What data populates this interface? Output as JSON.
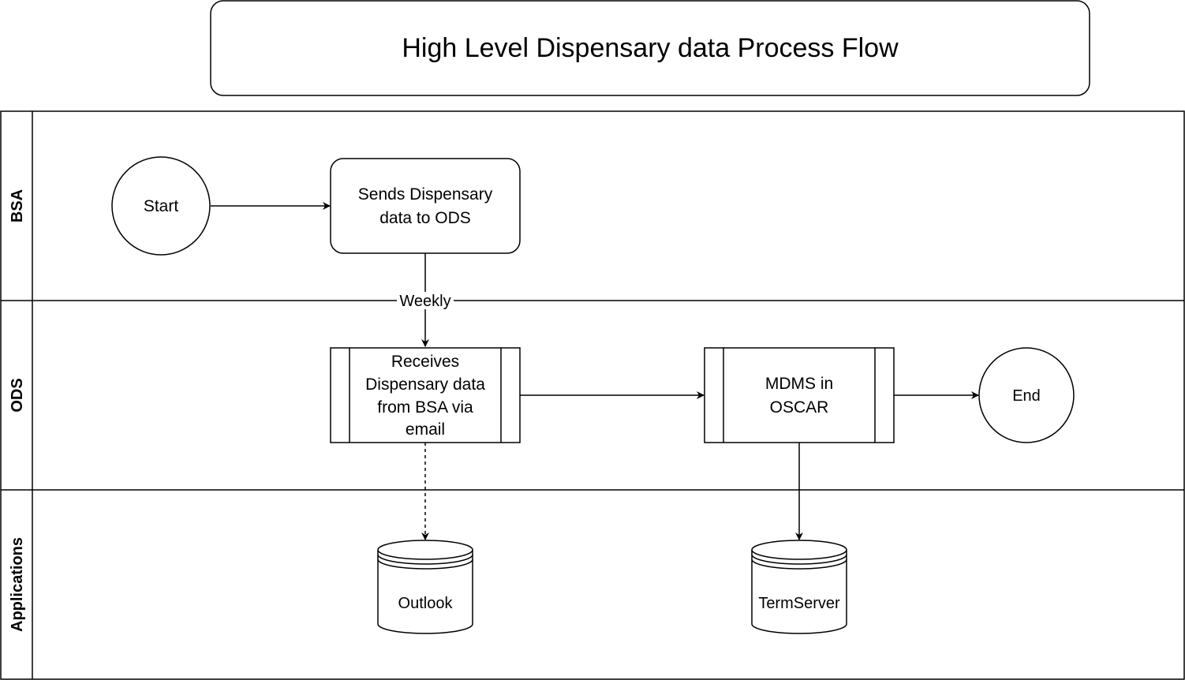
{
  "title": "High Level Dispensary data Process Flow",
  "lanes": {
    "bsa": "BSA",
    "ods": "ODS",
    "applications": "Applications"
  },
  "nodes": {
    "start": "Start",
    "sends_line1": "Sends Dispensary",
    "sends_line2": "data to ODS",
    "receives_line1": "Receives",
    "receives_line2": "Dispensary data",
    "receives_line3": "from BSA via",
    "receives_line4": "email",
    "mdms_line1": "MDMS in",
    "mdms_line2": "OSCAR",
    "end": "End",
    "outlook": "Outlook",
    "termserver": "TermServer"
  },
  "edges": {
    "weekly_label": "Weekly"
  },
  "colors": {
    "stroke": "#000000",
    "fill": "#ffffff",
    "text": "#000000"
  }
}
